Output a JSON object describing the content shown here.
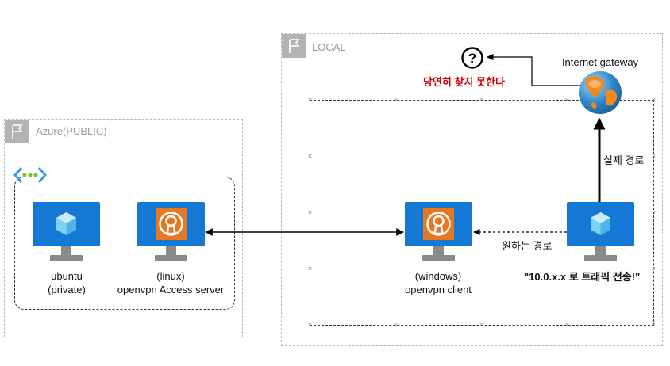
{
  "groups": {
    "azure": {
      "label": "Azure(PUBLIC)"
    },
    "local": {
      "label": "LOCAL"
    }
  },
  "nodes": {
    "ubuntu": {
      "line1": "ubuntu",
      "line2": "(private)"
    },
    "linux_server": {
      "line1": "(linux)",
      "line2": "openvpn Access server"
    },
    "windows_client": {
      "line1": "(windows)",
      "line2": "openvpn client"
    },
    "sender": {
      "label": "\"10.0.x.x 로 트래픽 전송!\""
    },
    "internet_gateway": {
      "label": "Internet gateway"
    }
  },
  "annotations": {
    "not_found": "당연히 찾지 못한다",
    "actual_route": "실제 경로",
    "desired_route": "원하는 경로",
    "question": "?"
  },
  "colors": {
    "vm_blue": "#1478d4",
    "openvpn_orange": "#e87722",
    "alert_red": "#cc0000",
    "group_gray": "#b3b3b3"
  }
}
